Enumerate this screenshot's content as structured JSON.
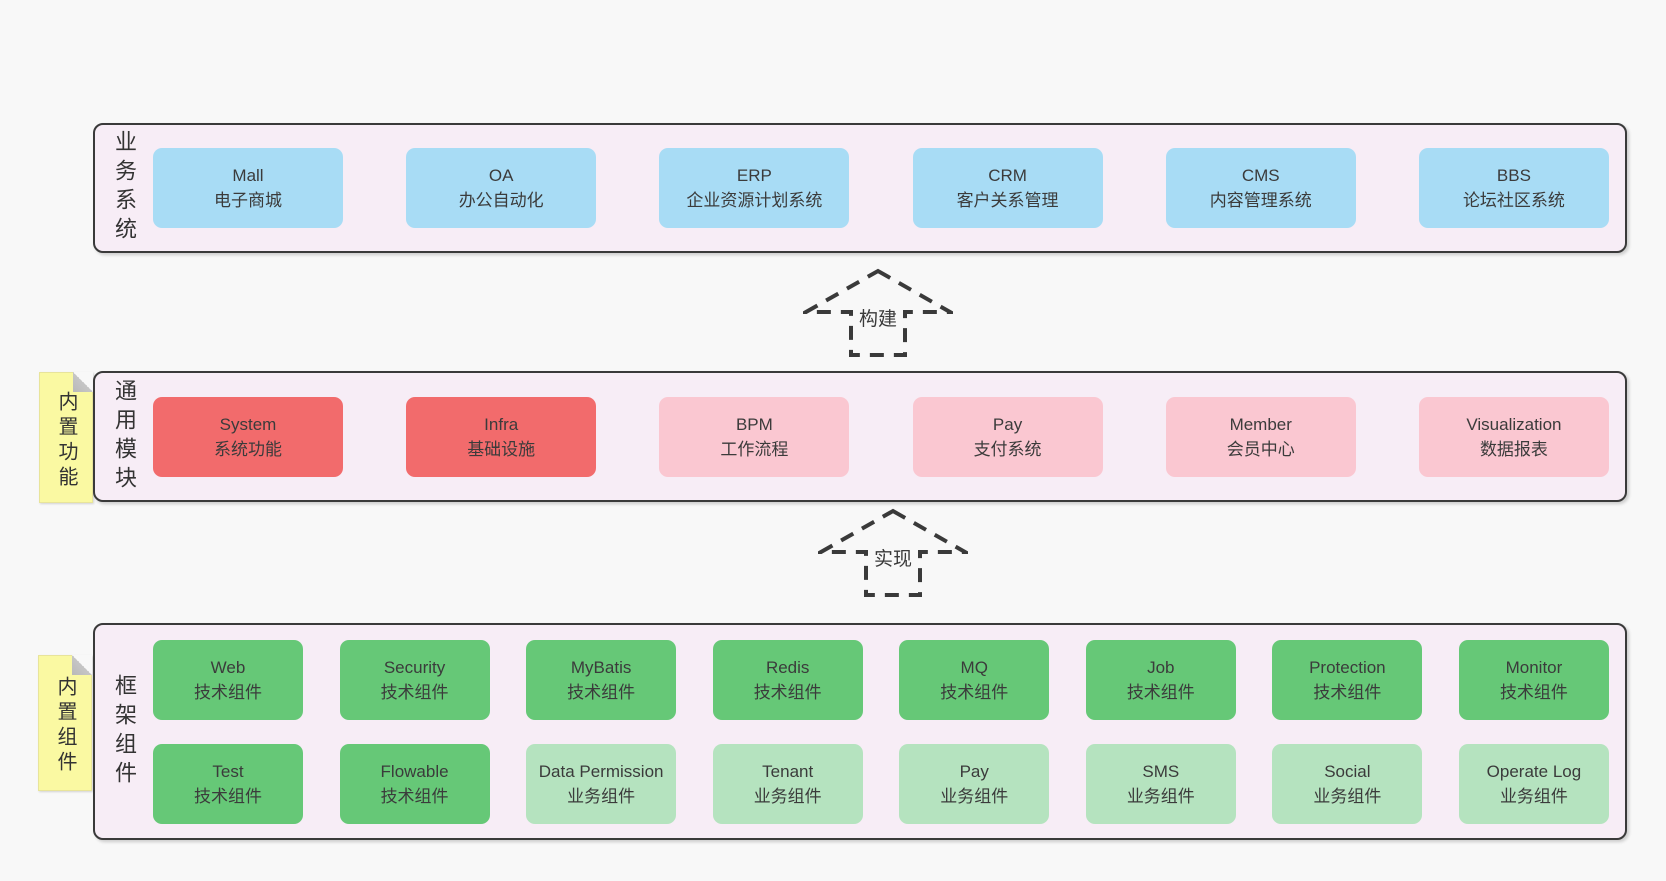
{
  "colors": {
    "page_bg": "#f8f8f8",
    "layer_bg": "#f7edf6",
    "border": "#3a3a3a",
    "blue_box": "#a8dcf5",
    "red_box": "#f26b6c",
    "pink_box": "#fac7d1",
    "green_box": "#66c877",
    "green_light_box": "#b5e3bf",
    "note_yellow": "#faf9a2"
  },
  "arrows": [
    {
      "label": "构建"
    },
    {
      "label": "实现"
    }
  ],
  "layers": [
    {
      "label": "业务系统",
      "boxes": [
        {
          "name": "Mall",
          "subtitle": "电子商城"
        },
        {
          "name": "OA",
          "subtitle": "办公自动化"
        },
        {
          "name": "ERP",
          "subtitle": "企业资源计划系统"
        },
        {
          "name": "CRM",
          "subtitle": "客户关系管理"
        },
        {
          "name": "CMS",
          "subtitle": "内容管理系统"
        },
        {
          "name": "BBS",
          "subtitle": "论坛社区系统"
        }
      ]
    },
    {
      "label": "通用模块",
      "note": "内置功能",
      "boxes": [
        {
          "name": "System",
          "subtitle": "系统功能"
        },
        {
          "name": "Infra",
          "subtitle": "基础设施"
        },
        {
          "name": "BPM",
          "subtitle": "工作流程"
        },
        {
          "name": "Pay",
          "subtitle": "支付系统"
        },
        {
          "name": "Member",
          "subtitle": "会员中心"
        },
        {
          "name": "Visualization",
          "subtitle": "数据报表"
        }
      ]
    },
    {
      "label": "框架组件",
      "note": "内置组件",
      "rows": [
        [
          {
            "name": "Web",
            "subtitle": "技术组件"
          },
          {
            "name": "Security",
            "subtitle": "技术组件"
          },
          {
            "name": "MyBatis",
            "subtitle": "技术组件"
          },
          {
            "name": "Redis",
            "subtitle": "技术组件"
          },
          {
            "name": "MQ",
            "subtitle": "技术组件"
          },
          {
            "name": "Job",
            "subtitle": "技术组件"
          },
          {
            "name": "Protection",
            "subtitle": "技术组件"
          },
          {
            "name": "Monitor",
            "subtitle": "技术组件"
          }
        ],
        [
          {
            "name": "Test",
            "subtitle": "技术组件"
          },
          {
            "name": "Flowable",
            "subtitle": "技术组件"
          },
          {
            "name": "Data Permission",
            "subtitle": "业务组件"
          },
          {
            "name": "Tenant",
            "subtitle": "业务组件"
          },
          {
            "name": "Pay",
            "subtitle": "业务组件"
          },
          {
            "name": "SMS",
            "subtitle": "业务组件"
          },
          {
            "name": "Social",
            "subtitle": "业务组件"
          },
          {
            "name": "Operate Log",
            "subtitle": "业务组件"
          }
        ]
      ]
    }
  ]
}
